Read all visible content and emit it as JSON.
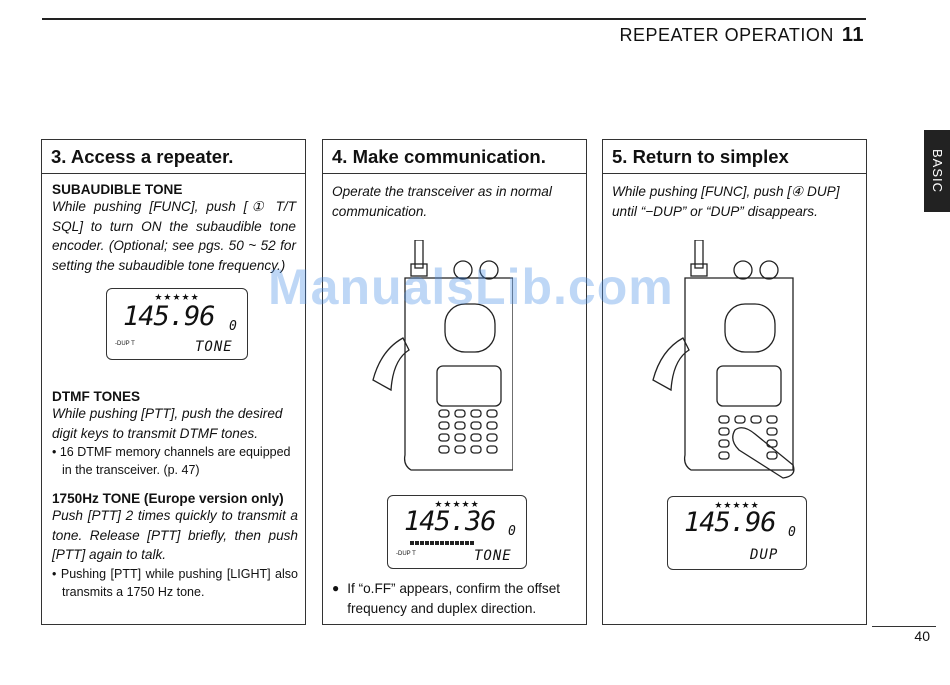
{
  "header": {
    "title": "REPEATER OPERATION",
    "number": "11"
  },
  "side_tab": "BASIC",
  "watermark": "ManualsLib.com",
  "col1": {
    "title": "3. Access a repeater.",
    "sub1": "SUBAUDIBLE TONE",
    "text1": "While pushing [FUNC], push [① T/T SQL] to turn ON the subaudible tone encoder. (Optional; see pgs. 50 ~ 52 for setting the subaudible tone frequency.)",
    "sub2": "DTMF TONES",
    "text2": "While pushing [PTT], push the desired digit keys to transmit DTMF tones.",
    "bullet2": "• 16 DTMF memory channels are equipped in the transceiver. (p. 47)",
    "sub3": "1750Hz TONE (Europe version only)",
    "text3": "Push [PTT] 2 times quickly to transmit a tone. Release [PTT] briefly, then push [PTT] again to talk.",
    "bullet3": "• Pushing [PTT] while pushing [LIGHT] also transmits a 1750 Hz tone.",
    "lcd": {
      "stars": "★★★★★",
      "freq": "145.96",
      "ch": "0",
      "dup": "-DUP T",
      "mode": "TONE"
    }
  },
  "col2": {
    "title": "4. Make communication.",
    "text": "Operate the transceiver as in normal communication.",
    "lcd": {
      "stars": "★★★★★",
      "freq": "145.36",
      "ch": "0",
      "dup": "-DUP T",
      "mode": "TONE"
    },
    "note": "If “o.FF” appears, confirm the offset frequency and duplex direction."
  },
  "col3": {
    "title": "5. Return to simplex",
    "text": "While pushing [FUNC], push [④ DUP] until “−DUP” or “DUP” disappears.",
    "lcd": {
      "stars": "★★★★★",
      "freq": "145.96",
      "ch": "0",
      "mode": "DUP"
    }
  },
  "page_number": "40"
}
